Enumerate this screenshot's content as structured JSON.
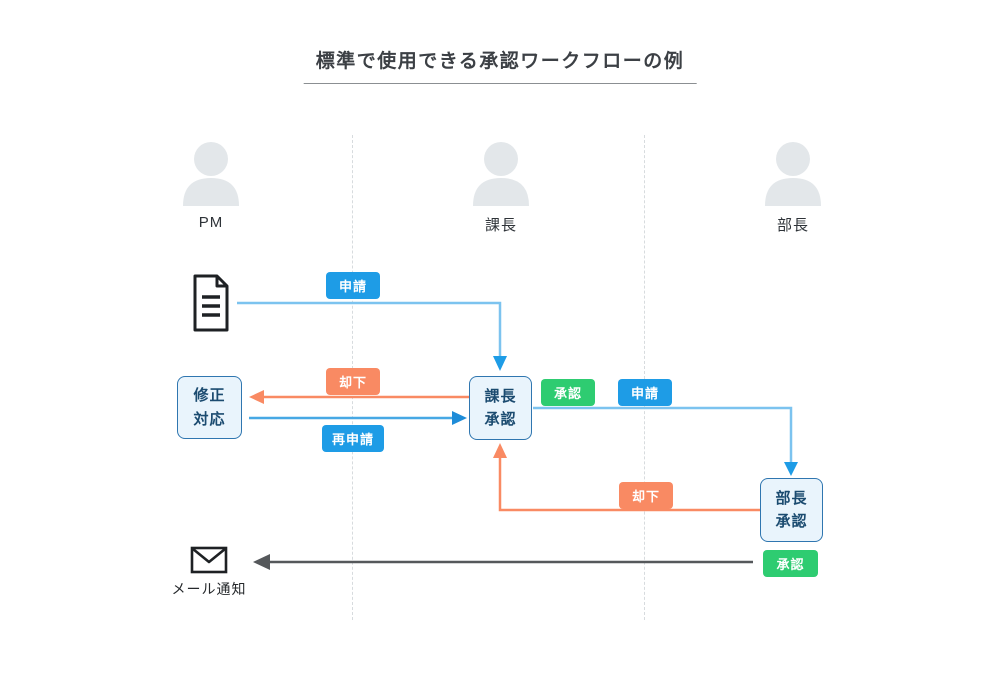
{
  "title": "標準で使用できる承認ワークフローの例",
  "actors": [
    {
      "label": "PM"
    },
    {
      "label": "課長"
    },
    {
      "label": "部長"
    }
  ],
  "boxes": [
    {
      "id": "correction",
      "text": "修正\n対応"
    },
    {
      "id": "kacho-approval",
      "text": "課長\n承認"
    },
    {
      "id": "bucho-approval",
      "text": "部長\n承認"
    }
  ],
  "flow_labels": [
    {
      "id": "request-1",
      "text": "申請",
      "color": "blue"
    },
    {
      "id": "reject-1",
      "text": "却下",
      "color": "orange"
    },
    {
      "id": "resubmit",
      "text": "再申請",
      "color": "blue"
    },
    {
      "id": "approve-1",
      "text": "承認",
      "color": "green"
    },
    {
      "id": "request-2",
      "text": "申請",
      "color": "blue"
    },
    {
      "id": "reject-2",
      "text": "却下",
      "color": "orange"
    },
    {
      "id": "approve-2",
      "text": "承認",
      "color": "green"
    }
  ],
  "mail_notification_label": "メール通知",
  "icons": {
    "document": "document-icon",
    "envelope": "envelope-icon",
    "person": "person-icon"
  },
  "colors": {
    "blue_label": "#1E9CE6",
    "green_label": "#2ECC71",
    "orange_label": "#F98A63",
    "line_blue_light": "#7CC3EF",
    "line_blue_strong": "#47A8E4",
    "line_orange": "#F98A63",
    "line_dark": "#55585B",
    "box_fill": "#E9F4FC",
    "box_border": "#2F76B0",
    "box_text": "#1B4B70",
    "person_fill": "#E3E7EA",
    "dashed_line": "#D7DBDE"
  }
}
